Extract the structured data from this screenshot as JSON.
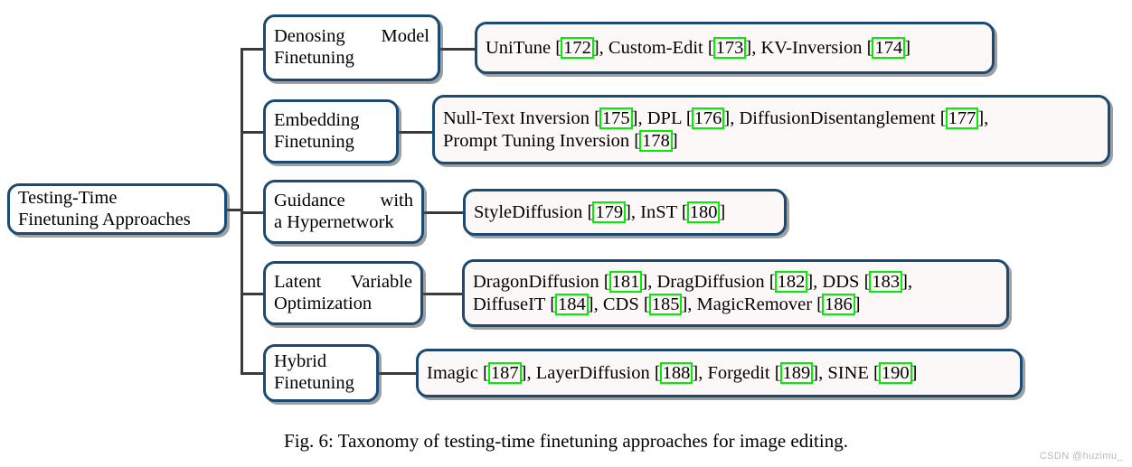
{
  "figure": {
    "caption": "Fig. 6: Taxonomy of testing-time finetuning approaches for image editing.",
    "watermark": "CSDN @huzimu_",
    "colors": {
      "box_border": "#1b4a72",
      "citation_highlight": "#00ee00",
      "connector": "#3a3a3a",
      "leaf_fill": "#fdf8f8",
      "category_fill": "#ffffff"
    }
  },
  "root": {
    "line1": "Testing-Time",
    "line2": "Finetuning Approaches"
  },
  "branches": [
    {
      "category": {
        "line1": "Denosing Model",
        "line2": "Finetuning"
      },
      "leaf_lines": [
        [
          {
            "t": "UniTune ["
          },
          {
            "c": "172"
          },
          {
            "t": "], Custom-Edit ["
          },
          {
            "c": "173"
          },
          {
            "t": "], KV-Inversion ["
          },
          {
            "c": "174"
          },
          {
            "t": "]"
          }
        ]
      ]
    },
    {
      "category": {
        "line1": "Embedding",
        "line2": "Finetuning"
      },
      "leaf_lines": [
        [
          {
            "t": "Null-Text Inversion ["
          },
          {
            "c": "175"
          },
          {
            "t": "], DPL ["
          },
          {
            "c": "176"
          },
          {
            "t": "], DiffusionDisentanglement ["
          },
          {
            "c": "177"
          },
          {
            "t": "],"
          }
        ],
        [
          {
            "t": "Prompt Tuning Inversion ["
          },
          {
            "c": "178"
          },
          {
            "t": "]"
          }
        ]
      ]
    },
    {
      "category": {
        "line1": "Guidance with",
        "line2": "a Hypernetwork"
      },
      "leaf_lines": [
        [
          {
            "t": "StyleDiffusion ["
          },
          {
            "c": "179"
          },
          {
            "t": "], InST ["
          },
          {
            "c": "180"
          },
          {
            "t": "]"
          }
        ]
      ]
    },
    {
      "category": {
        "line1": "Latent Variable",
        "line2": "Optimization"
      },
      "leaf_lines": [
        [
          {
            "t": "DragonDiffusion ["
          },
          {
            "c": "181"
          },
          {
            "t": "], DragDiffusion ["
          },
          {
            "c": "182"
          },
          {
            "t": "], DDS ["
          },
          {
            "c": "183"
          },
          {
            "t": "],"
          }
        ],
        [
          {
            "t": "DiffuseIT ["
          },
          {
            "c": "184"
          },
          {
            "t": "], CDS ["
          },
          {
            "c": "185"
          },
          {
            "t": "], MagicRemover ["
          },
          {
            "c": "186"
          },
          {
            "t": "]"
          }
        ]
      ]
    },
    {
      "category": {
        "line1": "Hybrid",
        "line2": "Finetuning"
      },
      "leaf_lines": [
        [
          {
            "t": "Imagic ["
          },
          {
            "c": "187"
          },
          {
            "t": "], LayerDiffusion ["
          },
          {
            "c": "188"
          },
          {
            "t": "], Forgedit ["
          },
          {
            "c": "189"
          },
          {
            "t": "], SINE ["
          },
          {
            "c": "190"
          },
          {
            "t": "]"
          }
        ]
      ]
    }
  ]
}
